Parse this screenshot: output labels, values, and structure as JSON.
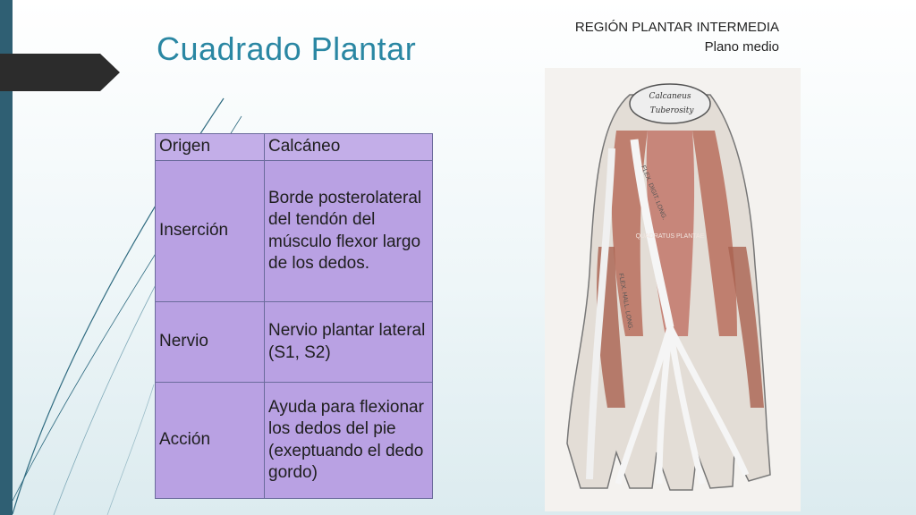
{
  "slide": {
    "title": "Cuadrado Plantar",
    "region": "REGIÓN PLANTAR INTERMEDIA",
    "plane": "Plano medio"
  },
  "table": {
    "rows": [
      {
        "label": "Origen",
        "value": "Calcáneo"
      },
      {
        "label": "Inserción",
        "value": "Borde posterolateral del tendón del músculo flexor largo de los dedos."
      },
      {
        "label": "Nervio",
        "value": "Nervio plantar lateral (S1, S2)"
      },
      {
        "label": "Acción",
        "value": "Ayuda para flexionar los dedos del pie (exeptuando el dedo gordo)"
      }
    ]
  },
  "figure": {
    "label_top": "Calcaneus",
    "label_tuber": "Tuberosity",
    "label_muscle": "QUADRATUS PLANTAE",
    "label_tendon_a": "FLEX. DIGIT. LONG.",
    "label_tendon_b": "FLEX. HALL. LONG."
  },
  "colors": {
    "title": "#2a87a3",
    "table_cell": "#b9a1e3",
    "accent_band": "#2f5f73"
  }
}
